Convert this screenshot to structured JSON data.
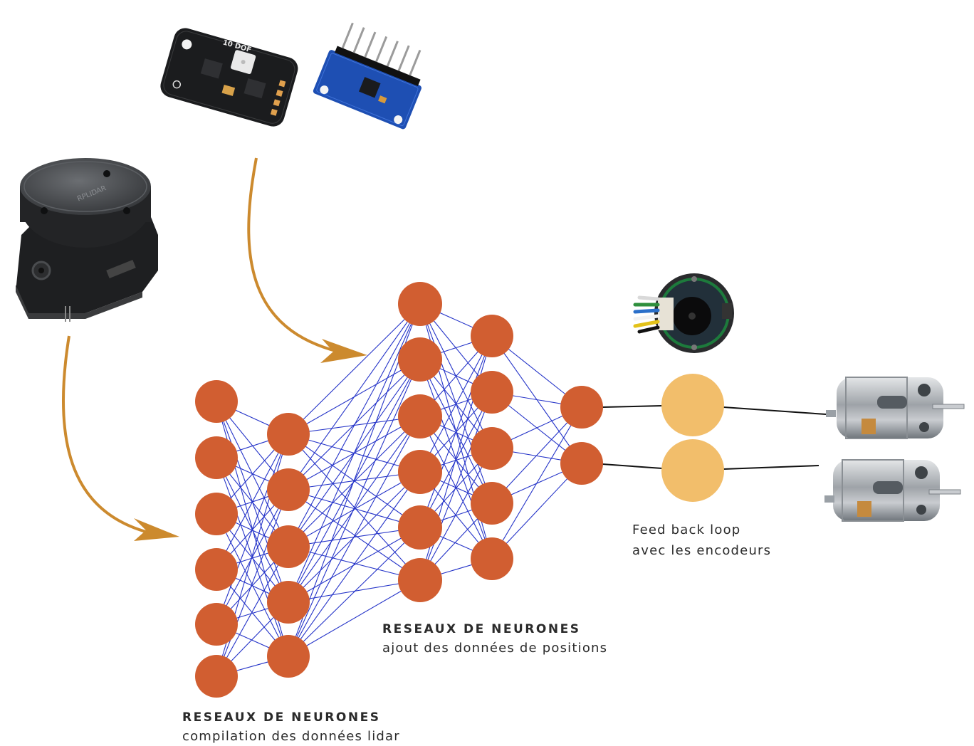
{
  "network1": {
    "title": "RESEAUX DE NEURONES",
    "subtitle": "compilation des données lidar"
  },
  "network2": {
    "title": "RESEAUX DE NEURONES",
    "subtitle": "ajout des données de positions"
  },
  "feedback": {
    "line1": "Feed back loop",
    "line2": "avec les encodeurs"
  },
  "lidar": {
    "label": "RPLIDAR"
  },
  "imu": {
    "label": "10 DOF"
  },
  "colors": {
    "neuron": "#d15e31",
    "encoder_node": "#f2be6b",
    "edge": "#2433c8",
    "arrow": "#cc8a2e",
    "wire": "#111111"
  },
  "icons": [
    "lidar-sensor-icon",
    "imu-board-icon",
    "mpu6050-board-icon",
    "encoder-icon",
    "dc-motor-icon"
  ]
}
